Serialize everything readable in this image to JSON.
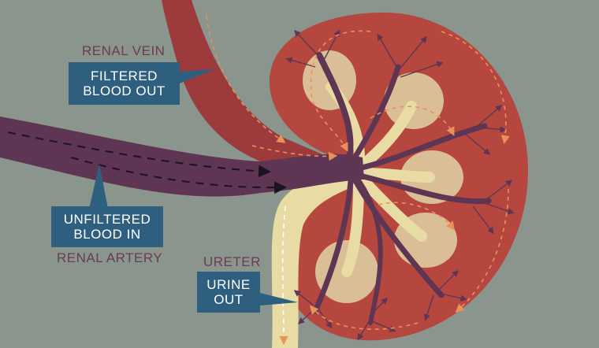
{
  "colors": {
    "background": "#8a968d",
    "kidney_tissue": "#b5473f",
    "renal_vein": "#9c3a3c",
    "renal_artery": "#5e3553",
    "urine_ducts": "#e8dca4",
    "calyx": "#dcc59a",
    "label_box": "#2f5f7f",
    "label_text": "#6a3b55",
    "flow_arrows": "#e8925a"
  },
  "labels": {
    "renal_vein": "RENAL VEIN",
    "renal_artery": "RENAL ARTERY",
    "ureter": "URETER"
  },
  "boxes": {
    "filtered": {
      "line1": "FILTERED",
      "line2": "BLOOD OUT"
    },
    "unfiltered": {
      "line1": "UNFILTERED",
      "line2": "BLOOD IN"
    },
    "urine": {
      "line1": "URINE",
      "line2": "OUT"
    }
  }
}
